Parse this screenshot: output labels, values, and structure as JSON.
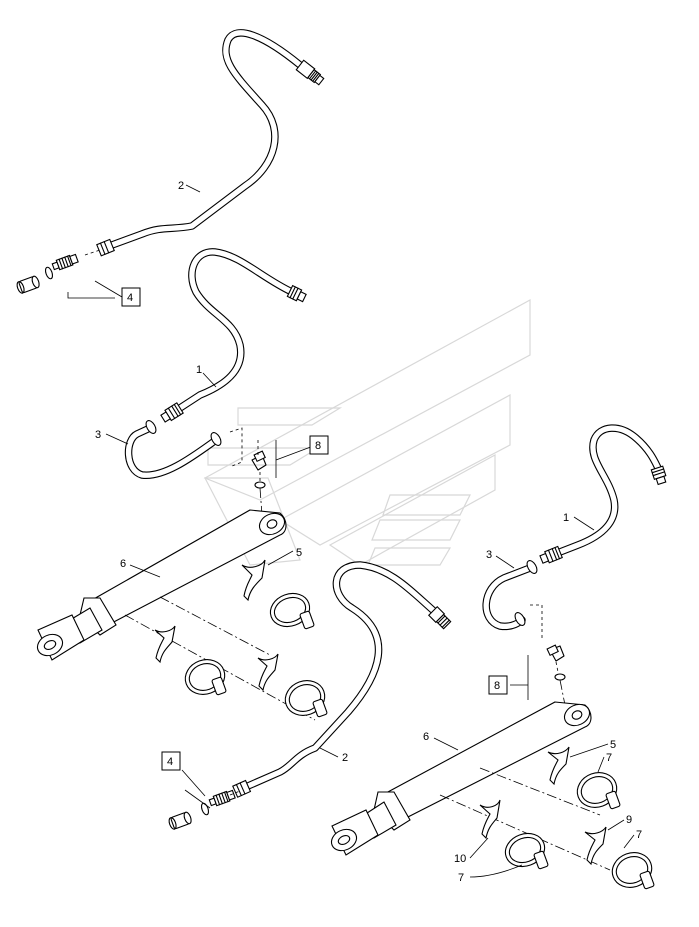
{
  "labels": {
    "hose_upper": "2",
    "hose_lower": "2",
    "hose_left_mid": "1",
    "hose_right": "1",
    "tube_left": "3",
    "tube_right": "3",
    "cylinder_left": "6",
    "cylinder_right": "6",
    "bracket_left": "5",
    "bracket_right": "5",
    "clamp_right_upper": "7",
    "clamp_right_lower": "7",
    "clamp_bottom": "7",
    "bracket_9": "9",
    "bracket_10": "10",
    "kit_left_upper": "4",
    "kit_left_lower": "4",
    "kit_elbow_left": "8",
    "kit_elbow_right": "8"
  }
}
